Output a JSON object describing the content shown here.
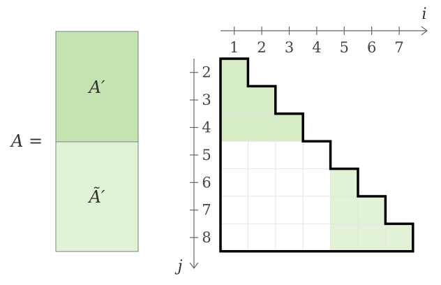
{
  "left_matrix": {
    "lhs": "A =",
    "top_block_label": "A′",
    "bottom_block_label": "Ã′",
    "colors": {
      "top": "#c5e3b0",
      "bottom": "#e2f2d7",
      "edge": "#7f7f7f"
    }
  },
  "grid": {
    "i_axis_label": "i",
    "j_axis_label": "j",
    "i_ticks": [
      "1",
      "2",
      "3",
      "4",
      "5",
      "6",
      "7"
    ],
    "j_ticks": [
      "2",
      "3",
      "4",
      "5",
      "6",
      "7",
      "8"
    ],
    "colors": {
      "fill": "#e2f2d7",
      "fill_top": "#d5ecc4",
      "line": "#e4e4e4",
      "border": "#000000",
      "axis": "#666666"
    }
  }
}
